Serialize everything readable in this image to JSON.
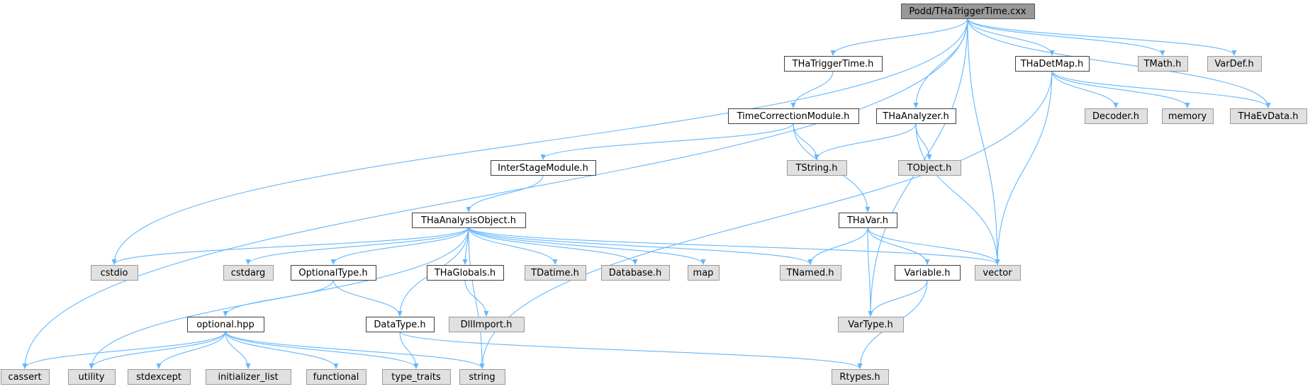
{
  "graph": {
    "nodes": [
      {
        "id": "root",
        "label": "Podd/THaTriggerTime.cxx",
        "kind": "root"
      },
      {
        "id": "thatriggertime_h",
        "label": "THaTriggerTime.h",
        "kind": "header"
      },
      {
        "id": "thadetmap_h",
        "label": "THaDetMap.h",
        "kind": "header"
      },
      {
        "id": "tmath_h",
        "label": "TMath.h",
        "kind": "external"
      },
      {
        "id": "vardef_h",
        "label": "VarDef.h",
        "kind": "external"
      },
      {
        "id": "timecorrectionmodule_h",
        "label": "TimeCorrectionModule.h",
        "kind": "header"
      },
      {
        "id": "thaanalyzer_h",
        "label": "THaAnalyzer.h",
        "kind": "header"
      },
      {
        "id": "decoder_h",
        "label": "Decoder.h",
        "kind": "external"
      },
      {
        "id": "memory",
        "label": "memory",
        "kind": "external"
      },
      {
        "id": "thaevdata_h",
        "label": "THaEvData.h",
        "kind": "external"
      },
      {
        "id": "interstagemodule_h",
        "label": "InterStageModule.h",
        "kind": "header"
      },
      {
        "id": "tstring_h",
        "label": "TString.h",
        "kind": "external"
      },
      {
        "id": "tobject_h",
        "label": "TObject.h",
        "kind": "external"
      },
      {
        "id": "thaanalysisobject_h",
        "label": "THaAnalysisObject.h",
        "kind": "header"
      },
      {
        "id": "thavar_h",
        "label": "THaVar.h",
        "kind": "header"
      },
      {
        "id": "cstdio",
        "label": "cstdio",
        "kind": "external"
      },
      {
        "id": "cstdarg",
        "label": "cstdarg",
        "kind": "external"
      },
      {
        "id": "optionaltype_h",
        "label": "OptionalType.h",
        "kind": "header"
      },
      {
        "id": "thaglobals_h",
        "label": "THaGlobals.h",
        "kind": "header"
      },
      {
        "id": "tdatime_h",
        "label": "TDatime.h",
        "kind": "external"
      },
      {
        "id": "database_h",
        "label": "Database.h",
        "kind": "external"
      },
      {
        "id": "map",
        "label": "map",
        "kind": "external"
      },
      {
        "id": "tnamed_h",
        "label": "TNamed.h",
        "kind": "external"
      },
      {
        "id": "variable_h",
        "label": "Variable.h",
        "kind": "header"
      },
      {
        "id": "vector",
        "label": "vector",
        "kind": "external"
      },
      {
        "id": "optional_hpp",
        "label": "optional.hpp",
        "kind": "header"
      },
      {
        "id": "datatype_h",
        "label": "DataType.h",
        "kind": "header"
      },
      {
        "id": "dllimport_h",
        "label": "DllImport.h",
        "kind": "external"
      },
      {
        "id": "vartype_h",
        "label": "VarType.h",
        "kind": "external"
      },
      {
        "id": "cassert",
        "label": "cassert",
        "kind": "external"
      },
      {
        "id": "utility",
        "label": "utility",
        "kind": "external"
      },
      {
        "id": "stdexcept",
        "label": "stdexcept",
        "kind": "external"
      },
      {
        "id": "initializer_list",
        "label": "initializer_list",
        "kind": "external"
      },
      {
        "id": "functional",
        "label": "functional",
        "kind": "external"
      },
      {
        "id": "type_traits",
        "label": "type_traits",
        "kind": "external"
      },
      {
        "id": "string",
        "label": "string",
        "kind": "external"
      },
      {
        "id": "rtypes_h",
        "label": "Rtypes.h",
        "kind": "external"
      }
    ],
    "edges": [
      [
        "root",
        "thatriggertime_h"
      ],
      [
        "root",
        "thadetmap_h"
      ],
      [
        "root",
        "tmath_h"
      ],
      [
        "root",
        "vardef_h"
      ],
      [
        "root",
        "thaanalyzer_h"
      ],
      [
        "root",
        "thaevdata_h"
      ],
      [
        "root",
        "vector"
      ],
      [
        "root",
        "vartype_h"
      ],
      [
        "root",
        "cstdio"
      ],
      [
        "root",
        "cassert"
      ],
      [
        "thatriggertime_h",
        "timecorrectionmodule_h"
      ],
      [
        "timecorrectionmodule_h",
        "interstagemodule_h"
      ],
      [
        "timecorrectionmodule_h",
        "tstring_h"
      ],
      [
        "timecorrectionmodule_h",
        "thavar_h"
      ],
      [
        "thaanalyzer_h",
        "tstring_h"
      ],
      [
        "thaanalyzer_h",
        "tobject_h"
      ],
      [
        "thaanalyzer_h",
        "vector"
      ],
      [
        "thadetmap_h",
        "decoder_h"
      ],
      [
        "thadetmap_h",
        "memory"
      ],
      [
        "thadetmap_h",
        "thaevdata_h"
      ],
      [
        "thadetmap_h",
        "vector"
      ],
      [
        "thadetmap_h",
        "string"
      ],
      [
        "interstagemodule_h",
        "thaanalysisobject_h"
      ],
      [
        "thaanalysisobject_h",
        "cstdio"
      ],
      [
        "thaanalysisobject_h",
        "cstdarg"
      ],
      [
        "thaanalysisobject_h",
        "optionaltype_h"
      ],
      [
        "thaanalysisobject_h",
        "datatype_h"
      ],
      [
        "thaanalysisobject_h",
        "thaglobals_h"
      ],
      [
        "thaanalysisobject_h",
        "tdatime_h"
      ],
      [
        "thaanalysisobject_h",
        "database_h"
      ],
      [
        "thaanalysisobject_h",
        "map"
      ],
      [
        "thaanalysisobject_h",
        "tnamed_h"
      ],
      [
        "thaanalysisobject_h",
        "vector"
      ],
      [
        "thaanalysisobject_h",
        "utility"
      ],
      [
        "thaanalysisobject_h",
        "string"
      ],
      [
        "thavar_h",
        "tnamed_h"
      ],
      [
        "thavar_h",
        "vector"
      ],
      [
        "thavar_h",
        "variable_h"
      ],
      [
        "thavar_h",
        "vartype_h"
      ],
      [
        "variable_h",
        "vartype_h"
      ],
      [
        "variable_h",
        "rtypes_h"
      ],
      [
        "thaglobals_h",
        "dllimport_h"
      ],
      [
        "optionaltype_h",
        "optional_hpp"
      ],
      [
        "optionaltype_h",
        "datatype_h"
      ],
      [
        "datatype_h",
        "type_traits"
      ],
      [
        "datatype_h",
        "rtypes_h"
      ],
      [
        "optional_hpp",
        "cassert"
      ],
      [
        "optional_hpp",
        "utility"
      ],
      [
        "optional_hpp",
        "stdexcept"
      ],
      [
        "optional_hpp",
        "initializer_list"
      ],
      [
        "optional_hpp",
        "functional"
      ],
      [
        "optional_hpp",
        "type_traits"
      ],
      [
        "optional_hpp",
        "string"
      ]
    ]
  }
}
